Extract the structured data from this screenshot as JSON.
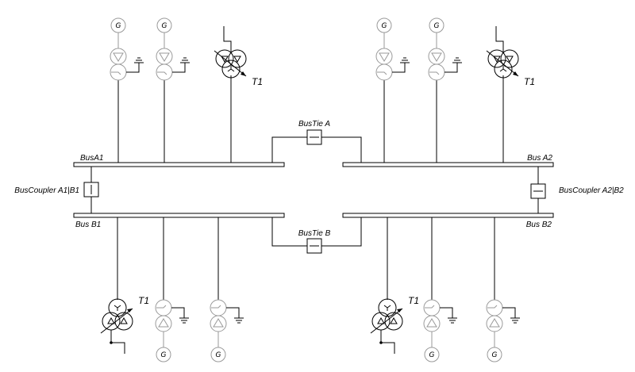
{
  "buses": {
    "a1": "BusA1",
    "a2": "Bus  A2",
    "b1": "Bus  B1",
    "b2": "Bus  B2"
  },
  "ties": {
    "a": "BusTie  A",
    "b": "BusTie  B"
  },
  "couplers": {
    "left": "BusCoupler  A1|B1",
    "right": "BusCoupler  A2|B2"
  },
  "generator_symbol": "G",
  "transformer_label": "T1",
  "colors": {
    "line": "#000000",
    "inactive": "#9a9a9a"
  }
}
